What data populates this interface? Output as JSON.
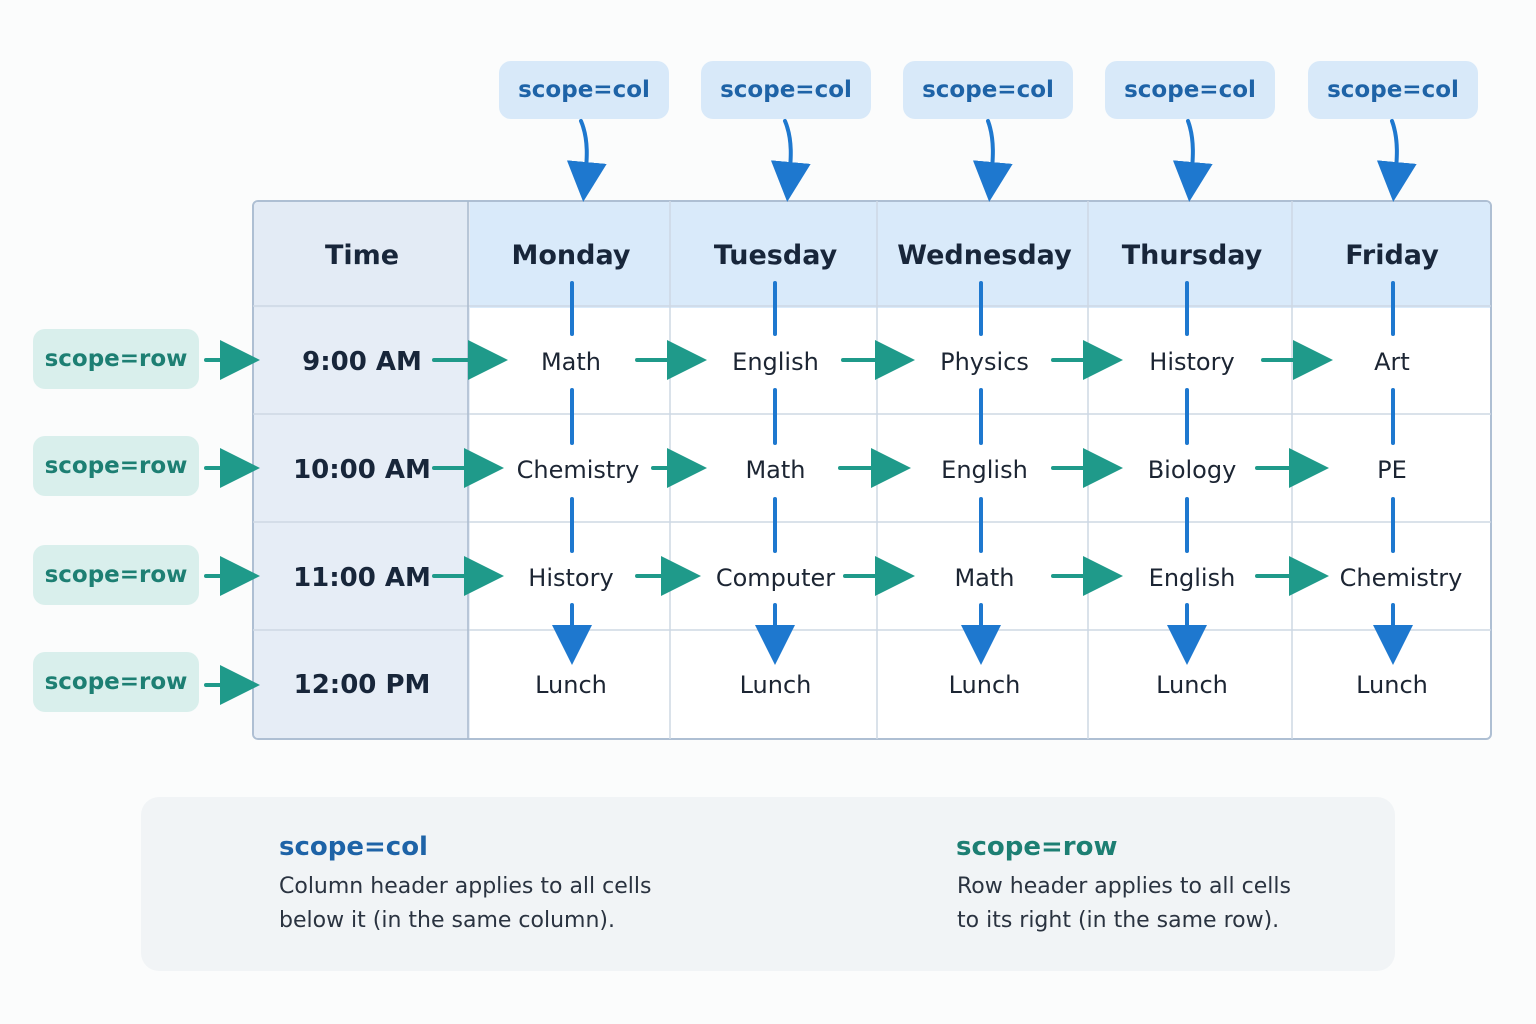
{
  "colors": {
    "col_arrow": "#1e78cf",
    "row_arrow": "#1f9a8a",
    "col_label": "#1e63a7",
    "row_label": "#1d7f73"
  },
  "column_scope_labels": [
    "scope=col",
    "scope=col",
    "scope=col",
    "scope=col",
    "scope=col"
  ],
  "row_scope_labels": [
    "scope=row",
    "scope=row",
    "scope=row",
    "scope=row"
  ],
  "table": {
    "corner": "Time",
    "columns": [
      "Monday",
      "Tuesday",
      "Wednesday",
      "Thursday",
      "Friday"
    ],
    "rows": [
      {
        "time": "9:00 AM",
        "cells": [
          "Math",
          "English",
          "Physics",
          "History",
          "Art"
        ]
      },
      {
        "time": "10:00 AM",
        "cells": [
          "Chemistry",
          "Math",
          "English",
          "Biology",
          "PE"
        ]
      },
      {
        "time": "11:00 AM",
        "cells": [
          "History",
          "Computer",
          "Math",
          "English",
          "Chemistry"
        ]
      },
      {
        "time": "12:00 PM",
        "cells": [
          "Lunch",
          "Lunch",
          "Lunch",
          "Lunch",
          "Lunch"
        ]
      }
    ]
  },
  "legend": {
    "col": {
      "title": "scope=col",
      "line1": "Column header applies to all cells",
      "line2": "below it (in the same column)."
    },
    "row": {
      "title": "scope=row",
      "line1": "Row header applies to all cells",
      "line2": "to its right (in the same row)."
    }
  }
}
